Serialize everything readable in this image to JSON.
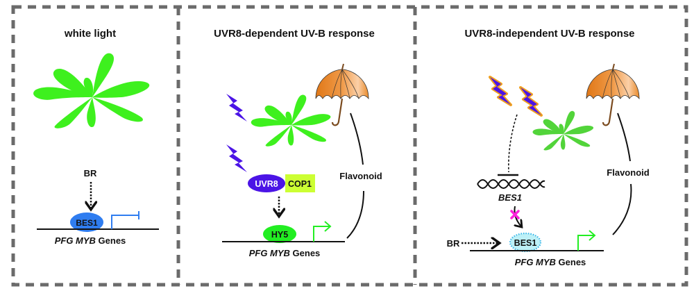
{
  "panels": [
    {
      "title": "white light",
      "signal_label": "BR",
      "factor_label": "BES1",
      "gene_label_italic": "PFG MYB",
      "gene_label_rest": " Genes",
      "promoter_state": "repressed"
    },
    {
      "title": "UVR8-dependent UV-B response",
      "receptor_label": "UVR8",
      "partner_label": "COP1",
      "factor_label": "HY5",
      "product_label": "Flavonoid",
      "gene_label_italic": "PFG MYB",
      "gene_label_rest": " Genes",
      "promoter_state": "active"
    },
    {
      "title": "UVR8-independent UV-B response",
      "dna_label": "BES1",
      "signal_label": "BR",
      "factor_label": "BES1",
      "product_label": "Flavonoid",
      "gene_label_italic": "PFG MYB",
      "gene_label_rest": " Genes",
      "promoter_state": "active"
    }
  ],
  "colors": {
    "border": "#6b6b6b",
    "plant": "#3ef01e",
    "bes1_blue": "#2f7df0",
    "uvr8_purple": "#4b14e6",
    "cop1_yellow": "#ccff33",
    "hy5_green": "#22ee22",
    "bes1_light": "#bdf0f7",
    "promoter_green": "#22ee22",
    "promoter_blue": "#2f7df0",
    "bolt_purple": "#4b14e6",
    "bolt_glow": "#f0a020",
    "umbrella": "#e88a2a",
    "blocked_x": "#ff22dd"
  }
}
